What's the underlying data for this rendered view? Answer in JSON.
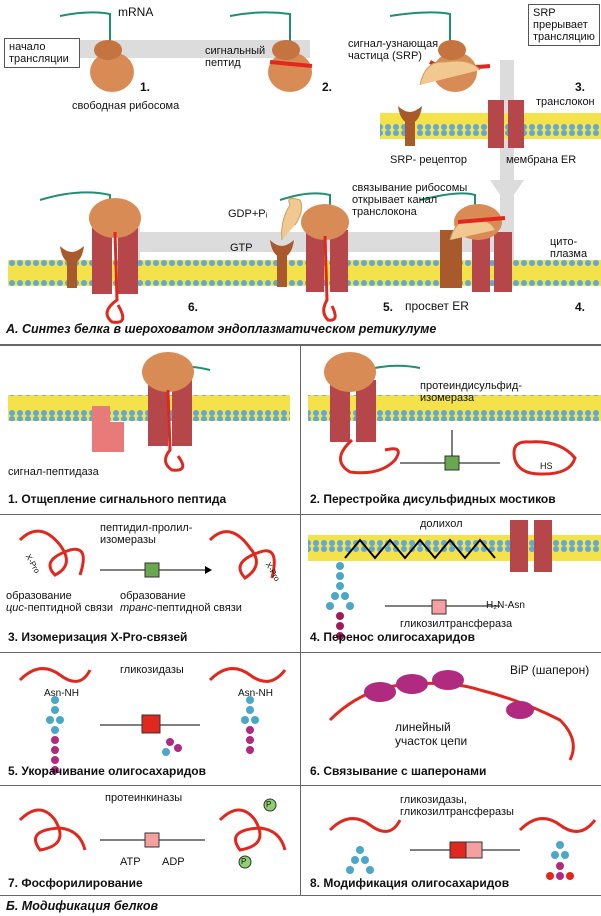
{
  "sectionA": {
    "title": "A. Синтез белка в шероховатом эндоплазматическом ретикулуме",
    "step_numbers": [
      "1.",
      "2.",
      "3.",
      "4.",
      "5.",
      "6."
    ],
    "labels": {
      "mrna": "mRNA",
      "start_translation": "начало трансляции",
      "free_ribosome": "свободная рибосома",
      "signal_peptide": "сигнальный пептид",
      "srp": "сигнал-узнающая частица (SRP)",
      "srp_stops": "SRP прерывает трансляцию",
      "translocon": "транслокон",
      "srp_receptor": "SRP- рецептор",
      "er_membrane": "мембрана ER",
      "binding_opens": "связывание рибосомы открывает канал транслокона",
      "gdp_pi": "GDP+Pᵢ",
      "gtp": "GTP",
      "cytoplasm": "цито-плазма",
      "er_lumen": "просвет ER"
    }
  },
  "sectionB": {
    "title": "Б. Модификация белков",
    "panels": [
      {
        "caption": "1. Отщепление сигнального пептида",
        "labels": {
          "signal_peptidase": "сигнал-пептидаза"
        }
      },
      {
        "caption": "2. Перестройка дисульфидных мостиков",
        "labels": {
          "pdi": "протеиндисульфид-изомераза",
          "hs": "HS"
        }
      },
      {
        "caption": "3. Изомеризация X-Pro-связей",
        "labels": {
          "ppi": "пептидил-пролил-изомеразы",
          "cis_pre": "образование",
          "cis_word": "цис",
          "cis_post": "-пептидной связи",
          "trans_pre": "образование",
          "trans_word": "транс",
          "trans_post": "-пептидной связи",
          "xpro": "X-Pro"
        }
      },
      {
        "caption": "4. Перенос олигосахаридов",
        "labels": {
          "dolichol": "долихол",
          "h2n_asn": "H₂N-Asn",
          "glycosyltransferase": "гликозилтрансфераза"
        }
      },
      {
        "caption": "5. Укорачивание олигосахаридов",
        "labels": {
          "glycosidases": "гликозидазы",
          "asn_nh": "Asn-NH"
        }
      },
      {
        "caption": "6. Связывание с шаперонами",
        "labels": {
          "bip": "BiP (шаперон)",
          "linear": "линейный участок цепи"
        }
      },
      {
        "caption": "7. Фосфорилирование",
        "labels": {
          "kinases": "протеинкиназы",
          "atp": "ATP",
          "adp": "ADP",
          "p": "P"
        }
      },
      {
        "caption": "8. Модификация олигосахаридов",
        "labels": {
          "enzymes": "гликозидазы, гликозилтрансферазы"
        }
      }
    ]
  },
  "colors": {
    "ribosome": "#d98b55",
    "ribosome_dark": "#a85a2c",
    "peptide": "#e0281e",
    "mrna": "#1f8f72",
    "membrane_yellow": "#f4e24a",
    "membrane_blue": "#5fa8d8",
    "translocon": "#b5464a",
    "srp": "#f0c890",
    "arrow_gray": "#d9d9d9"
  }
}
